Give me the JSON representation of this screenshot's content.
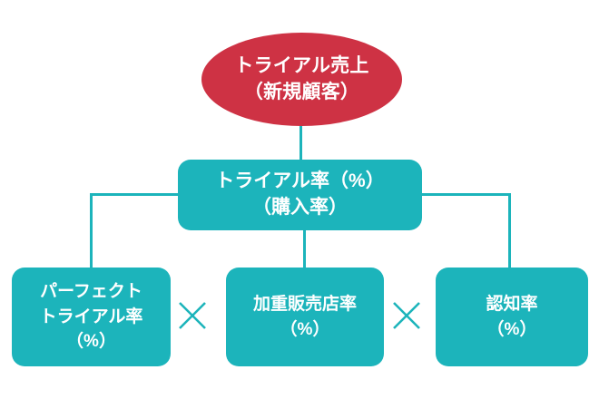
{
  "diagram": {
    "title_node": {
      "name": "trial-sales-root",
      "shape": "ellipse",
      "color": "#CE3244",
      "text_color": "#FFFFFF",
      "lines": [
        "トライアル売上",
        "（新規顧客）"
      ]
    },
    "intermediate_node": {
      "name": "trial-rate",
      "shape": "rounded-rect",
      "color": "#1CB4BB",
      "text_color": "#FFFFFF",
      "lines": [
        "トライアル率（%）",
        "（購入率）"
      ]
    },
    "factor_nodes": [
      {
        "name": "perfect-trial-rate",
        "shape": "rounded-rect",
        "color": "#1CB4BB",
        "text_color": "#FFFFFF",
        "lines": [
          "パーフェクト",
          "トライアル率",
          "（%）"
        ]
      },
      {
        "name": "weighted-distribution-rate",
        "shape": "rounded-rect",
        "color": "#1CB4BB",
        "text_color": "#FFFFFF",
        "lines": [
          "加重販売店率",
          "（%）"
        ]
      },
      {
        "name": "awareness-rate",
        "shape": "rounded-rect",
        "color": "#1CB4BB",
        "text_color": "#FFFFFF",
        "lines": [
          "認知率",
          "（%）"
        ]
      }
    ],
    "operators": [
      {
        "name": "multiply-operator-1",
        "symbol": "×",
        "color": "#1CB4BB"
      },
      {
        "name": "multiply-operator-2",
        "symbol": "×",
        "color": "#1CB4BB"
      }
    ],
    "connector_color": "#1CB4BB"
  }
}
